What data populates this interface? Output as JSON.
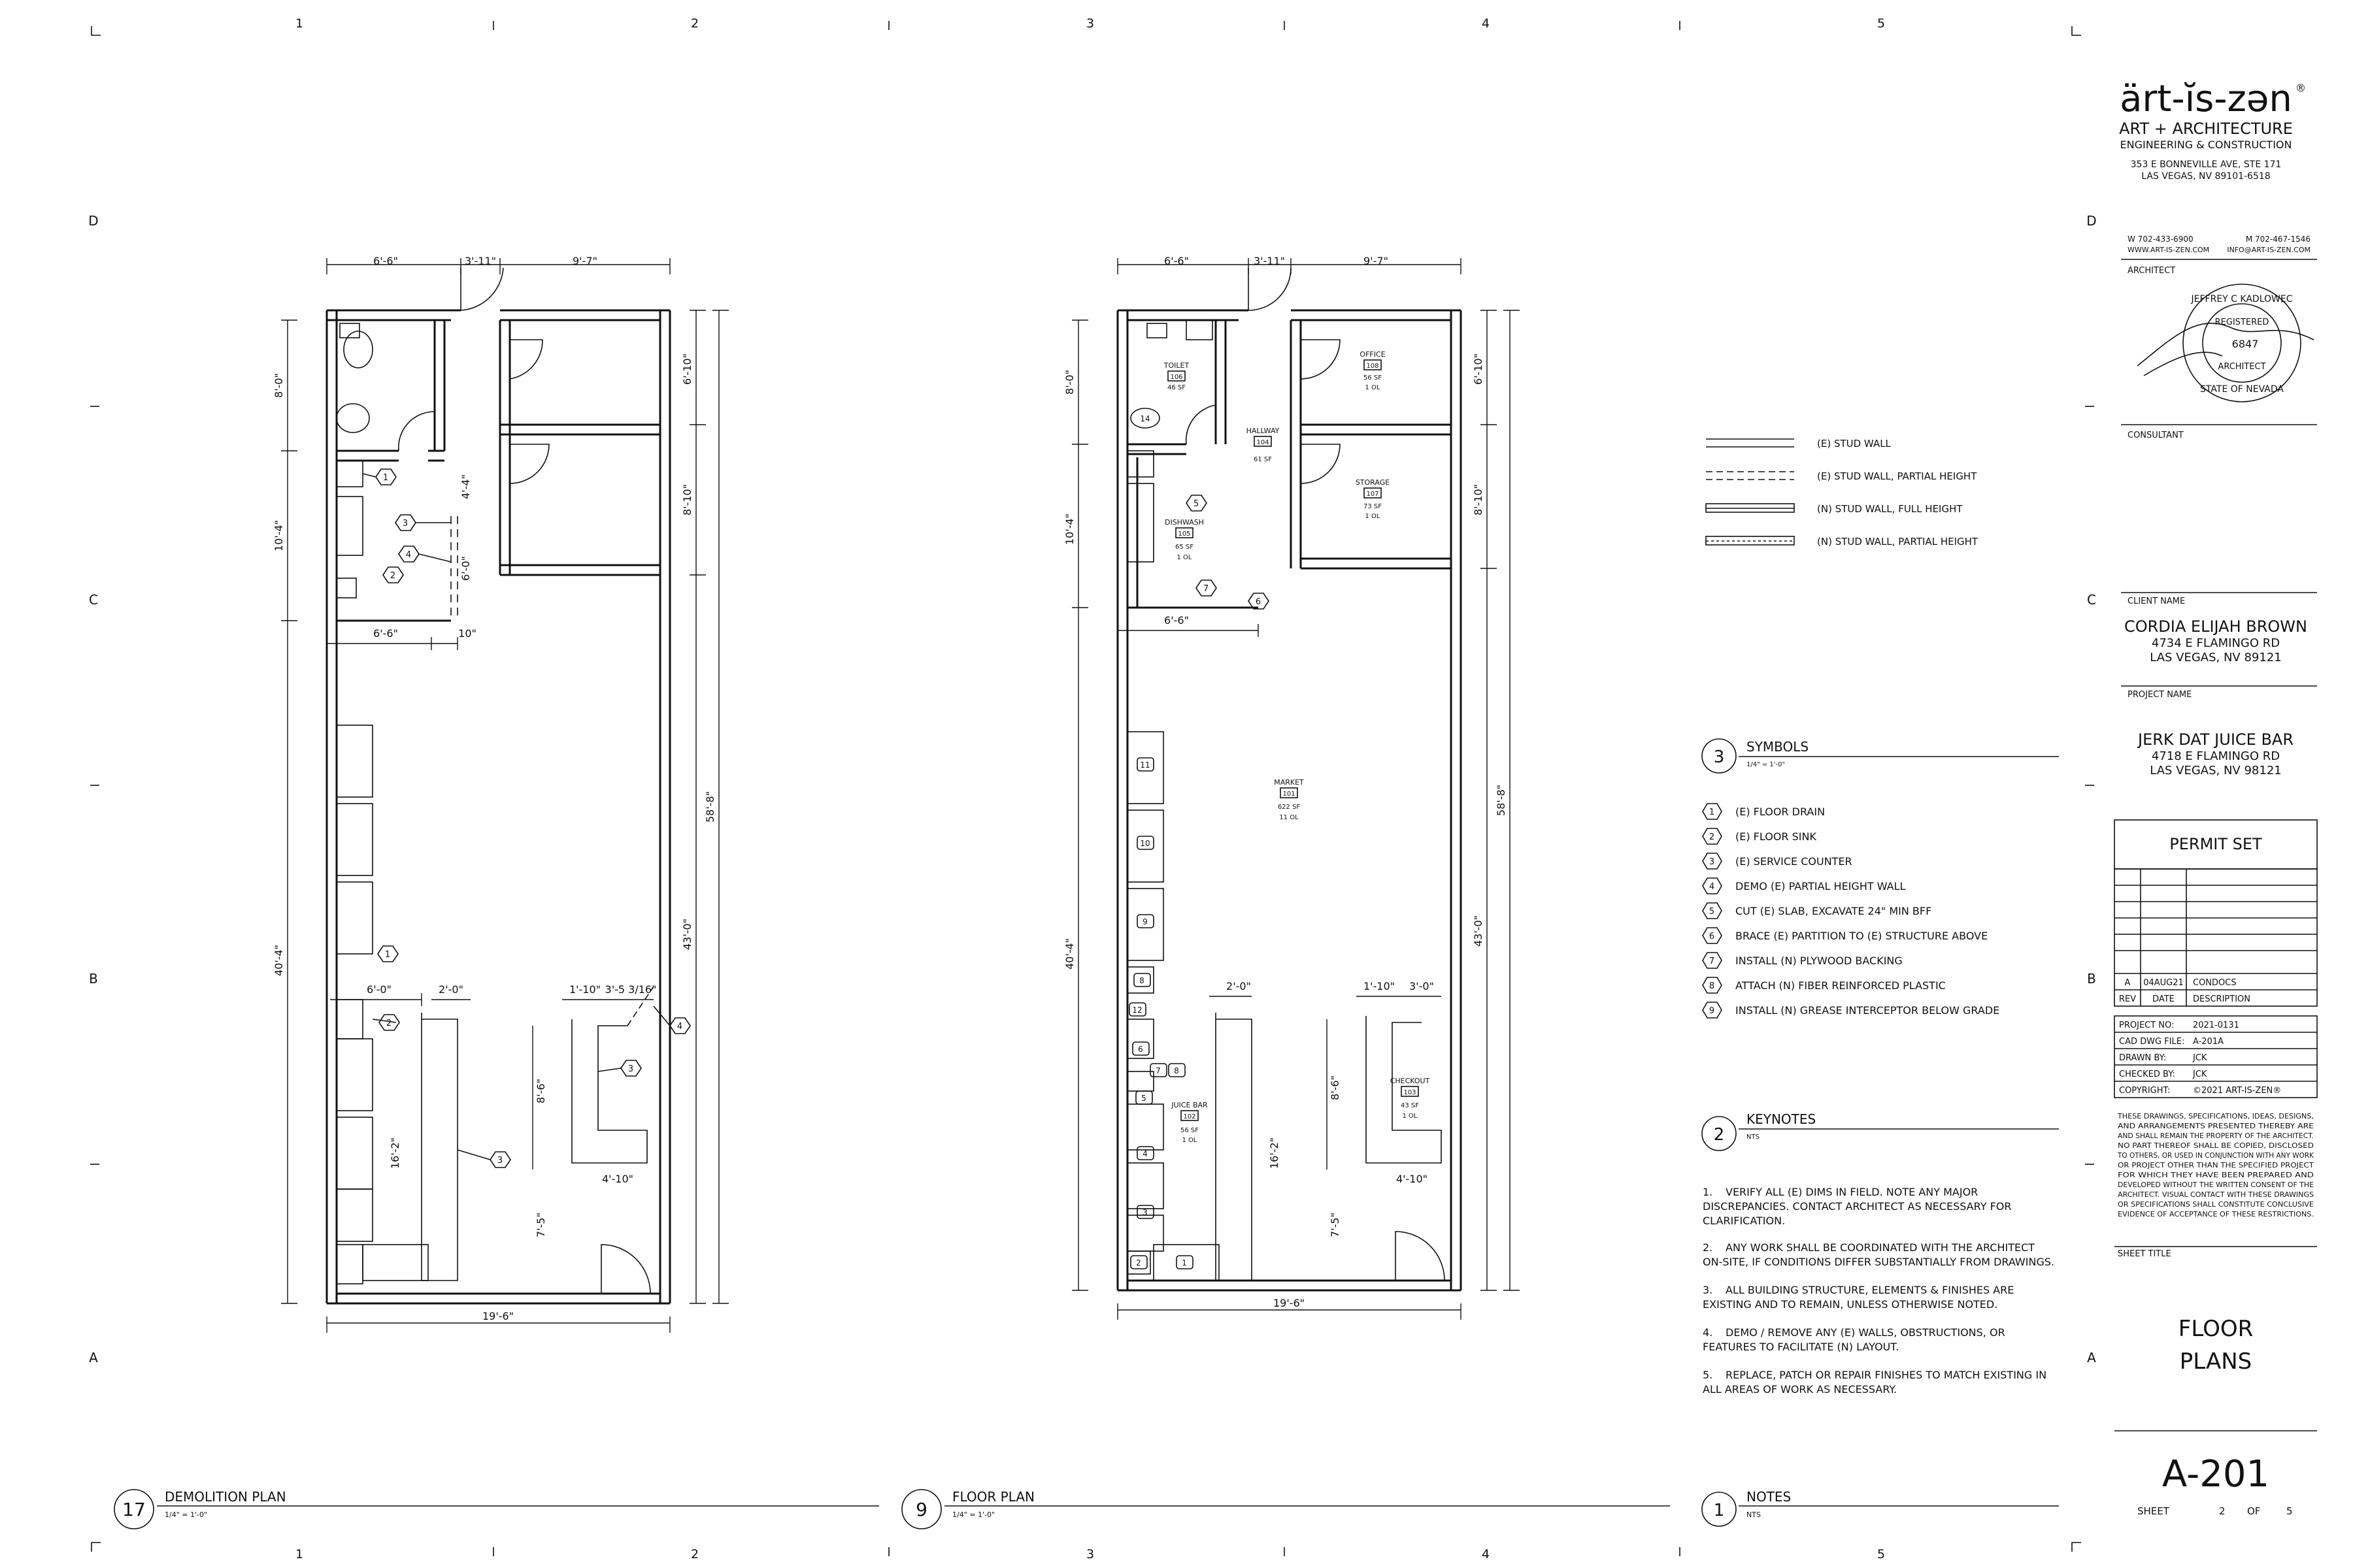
{
  "grid": {
    "top_numbers": [
      "1",
      "2",
      "3",
      "4",
      "5"
    ],
    "bottom_numbers": [
      "1",
      "2",
      "3",
      "4",
      "5"
    ],
    "left_letters": [
      "D",
      "C",
      "B",
      "A"
    ],
    "right_letters": [
      "D",
      "C",
      "B",
      "A"
    ]
  },
  "demolition": {
    "dims": {
      "top_a": "6'-6\"",
      "top_b": "3'-11\"",
      "top_c": "9'-7\"",
      "left_a": "8'-0\"",
      "left_b": "10'-4\"",
      "left_total": "40'-4\"",
      "right_a": "6'-10\"",
      "right_b": "8'-10\"",
      "right_c": "43'-0\"",
      "right_total": "58'-8\"",
      "mid_a": "6'-6\"",
      "mid_b": "10\"",
      "mid_c": "4'-4\"",
      "mid_d": "6'-0\"",
      "lower_a": "6'-0\"",
      "lower_b": "2'-0\"",
      "lower_c": "1'-10\"",
      "lower_d": "3'-5 3/16\"",
      "lower_e": "8'-6\"",
      "lower_f": "16'-2\"",
      "lower_g": "4'-10\"",
      "lower_h": "7'-5\"",
      "bottom": "19'-6\""
    },
    "tags": [
      "1",
      "2",
      "3",
      "4",
      "1",
      "2",
      "3",
      "3",
      "4"
    ]
  },
  "floor": {
    "dims": {
      "top_a": "6'-6\"",
      "top_b": "3'-11\"",
      "top_c": "9'-7\"",
      "left_a": "8'-0\"",
      "left_b": "10'-4\"",
      "left_total": "40'-4\"",
      "right_a": "6'-10\"",
      "right_b": "8'-10\"",
      "right_c": "43'-0\"",
      "right_total": "58'-8\"",
      "mid_a": "6'-6\"",
      "lower_a": "2'-0\"",
      "lower_b": "1'-10\"",
      "lower_c": "3'-0\"",
      "lower_d": "8'-6\"",
      "lower_e": "16'-2\"",
      "lower_f": "4'-10\"",
      "lower_g": "7'-5\"",
      "bottom": "19'-6\""
    },
    "rooms": [
      {
        "name": "TOILET",
        "num": "106",
        "area": "46 SF",
        "occ": ""
      },
      {
        "name": "HALLWAY",
        "num": "104",
        "area": "61 SF",
        "occ": ""
      },
      {
        "name": "OFFICE",
        "num": "108",
        "area": "56 SF",
        "occ": "1 OL"
      },
      {
        "name": "STORAGE",
        "num": "107",
        "area": "73 SF",
        "occ": "1 OL"
      },
      {
        "name": "DISHWASH",
        "num": "105",
        "area": "65 SF",
        "occ": "1 OL"
      },
      {
        "name": "MARKET",
        "num": "101",
        "area": "622 SF",
        "occ": "11 OL"
      },
      {
        "name": "JUICE BAR",
        "num": "102",
        "area": "56 SF",
        "occ": "1 OL"
      },
      {
        "name": "CHECKOUT",
        "num": "103",
        "area": "43 SF",
        "occ": "1 OL"
      }
    ],
    "equipment_tags": [
      "11",
      "10",
      "9",
      "8",
      "12",
      "6",
      "7",
      "8",
      "5",
      "4",
      "3",
      "2",
      "1",
      "14"
    ],
    "keynote_tags": [
      "5",
      "7",
      "6"
    ]
  },
  "legend": [
    {
      "label": "(E) STUD WALL"
    },
    {
      "label": "(E) STUD WALL, PARTIAL HEIGHT"
    },
    {
      "label": "(N) STUD WALL, FULL HEIGHT"
    },
    {
      "label": "(N) STUD WALL, PARTIAL HEIGHT"
    }
  ],
  "symbols": {
    "number": "3",
    "title": "SYMBOLS",
    "scale": "1/4\" = 1'-0\"",
    "items": [
      {
        "n": "1",
        "text": "(E) FLOOR DRAIN"
      },
      {
        "n": "2",
        "text": "(E) FLOOR SINK"
      },
      {
        "n": "3",
        "text": "(E) SERVICE COUNTER"
      },
      {
        "n": "4",
        "text": "DEMO (E) PARTIAL HEIGHT WALL"
      },
      {
        "n": "5",
        "text": "CUT (E) SLAB, EXCAVATE 24\" MIN BFF"
      },
      {
        "n": "6",
        "text": "BRACE (E) PARTITION TO (E) STRUCTURE ABOVE"
      },
      {
        "n": "7",
        "text": "INSTALL (N) PLYWOOD BACKING"
      },
      {
        "n": "8",
        "text": "ATTACH (N) FIBER REINFORCED PLASTIC"
      },
      {
        "n": "9",
        "text": "INSTALL (N) GREASE INTERCEPTOR BELOW GRADE"
      }
    ]
  },
  "keynotes": {
    "number": "2",
    "title": "KEYNOTES",
    "scale": "NTS",
    "items": [
      {
        "n": "1.",
        "l1": "VERIFY ALL (E) DIMS IN FIELD.  NOTE ANY MAJOR",
        "l2": "DISCREPANCIES. CONTACT ARCHITECT AS NECESSARY FOR",
        "l3": "CLARIFICATION."
      },
      {
        "n": "2.",
        "l1": "ANY WORK SHALL BE COORDINATED WITH THE ARCHITECT",
        "l2": "ON-SITE, IF CONDITIONS DIFFER SUBSTANTIALLY FROM DRAWINGS.",
        "l3": ""
      },
      {
        "n": "3.",
        "l1": "ALL BUILDING STRUCTURE, ELEMENTS & FINISHES ARE",
        "l2": "EXISTING AND TO REMAIN, UNLESS OTHERWISE NOTED.",
        "l3": ""
      },
      {
        "n": "4.",
        "l1": "DEMO / REMOVE ANY (E) WALLS, OBSTRUCTIONS, OR",
        "l2": "FEATURES TO FACILITATE (N) LAYOUT.",
        "l3": ""
      },
      {
        "n": "5.",
        "l1": "REPLACE, PATCH OR REPAIR FINISHES TO MATCH EXISTING IN",
        "l2": "ALL AREAS OF WORK AS NECESSARY.",
        "l3": ""
      }
    ]
  },
  "drawing_titles": [
    {
      "number": "17",
      "title": "DEMOLITION PLAN",
      "scale": "1/4\" = 1'-0\""
    },
    {
      "number": "9",
      "title": "FLOOR PLAN",
      "scale": "1/4\" = 1'-0\""
    },
    {
      "number": "1",
      "title": "NOTES",
      "scale": "NTS"
    }
  ],
  "title_block": {
    "logo": "ärt-ĭs-zən",
    "logo_reg": "®",
    "firm_line1": "ART + ARCHITECTURE",
    "firm_line2": "ENGINEERING & CONSTRUCTION",
    "address1": "353 E BONNEVILLE AVE, STE 171",
    "address2": "LAS VEGAS, NV 89101-6518",
    "phone_w": "W 702-433-6900",
    "phone_m": "M 702-467-1546",
    "web": "WWW.ART-IS-ZEN.COM",
    "email": "INFO@ART-IS-ZEN.COM",
    "architect_label": "ARCHITECT",
    "seal_name": "JEFFREY C KADLOWEC",
    "seal_registered": "REGISTERED",
    "seal_number": "6847",
    "seal_architect": "ARCHITECT",
    "seal_state": "STATE OF NEVADA",
    "consultant_label": "CONSULTANT",
    "client_label": "CLIENT NAME",
    "client_name": "CORDIA ELIJAH BROWN",
    "client_addr1": "4734 E FLAMINGO RD",
    "client_addr2": "LAS VEGAS, NV 89121",
    "project_label": "PROJECT NAME",
    "project_name": "JERK DAT JUICE BAR",
    "project_addr1": "4718 E FLAMINGO RD",
    "project_addr2": "LAS VEGAS, NV 98121",
    "set_name": "PERMIT SET",
    "rev_row": {
      "rev": "A",
      "date": "04AUG21",
      "desc": "CONDOCS"
    },
    "rev_headers": {
      "rev": "REV",
      "date": "DATE",
      "desc": "DESCRIPTION"
    },
    "info": [
      {
        "k": "PROJECT NO:",
        "v": "2021-0131"
      },
      {
        "k": "CAD DWG FILE:",
        "v": "A-201A"
      },
      {
        "k": "DRAWN BY:",
        "v": "JCK"
      },
      {
        "k": "CHECKED BY:",
        "v": "JCK"
      },
      {
        "k": "COPYRIGHT:",
        "v": "©2021 ART-IS-ZEN®"
      }
    ],
    "disclaimer": [
      "THESE DRAWINGS, SPECIFICATIONS, IDEAS, DESIGNS,",
      "AND ARRANGEMENTS PRESENTED THEREBY ARE",
      "AND SHALL REMAIN THE PROPERTY OF THE ARCHITECT.",
      "NO PART THEREOF SHALL BE COPIED, DISCLOSED",
      "TO OTHERS, OR USED IN CONJUNCTION WITH ANY WORK",
      "OR PROJECT OTHER THAN THE SPECIFIED PROJECT",
      "FOR WHICH THEY HAVE BEEN PREPARED AND",
      "DEVELOPED WITHOUT THE WRITTEN CONSENT OF THE",
      "ARCHITECT.  VISUAL CONTACT WITH THESE DRAWINGS",
      "OR SPECIFICATIONS SHALL CONSTITUTE CONCLUSIVE",
      "EVIDENCE OF ACCEPTANCE OF THESE RESTRICTIONS."
    ],
    "sheet_title_label": "SHEET TITLE",
    "sheet_title_1": "FLOOR",
    "sheet_title_2": "PLANS",
    "sheet_number": "A-201",
    "sheet_word": "SHEET",
    "sheet_of_a": "2",
    "sheet_of_word": "OF",
    "sheet_of_b": "5"
  }
}
